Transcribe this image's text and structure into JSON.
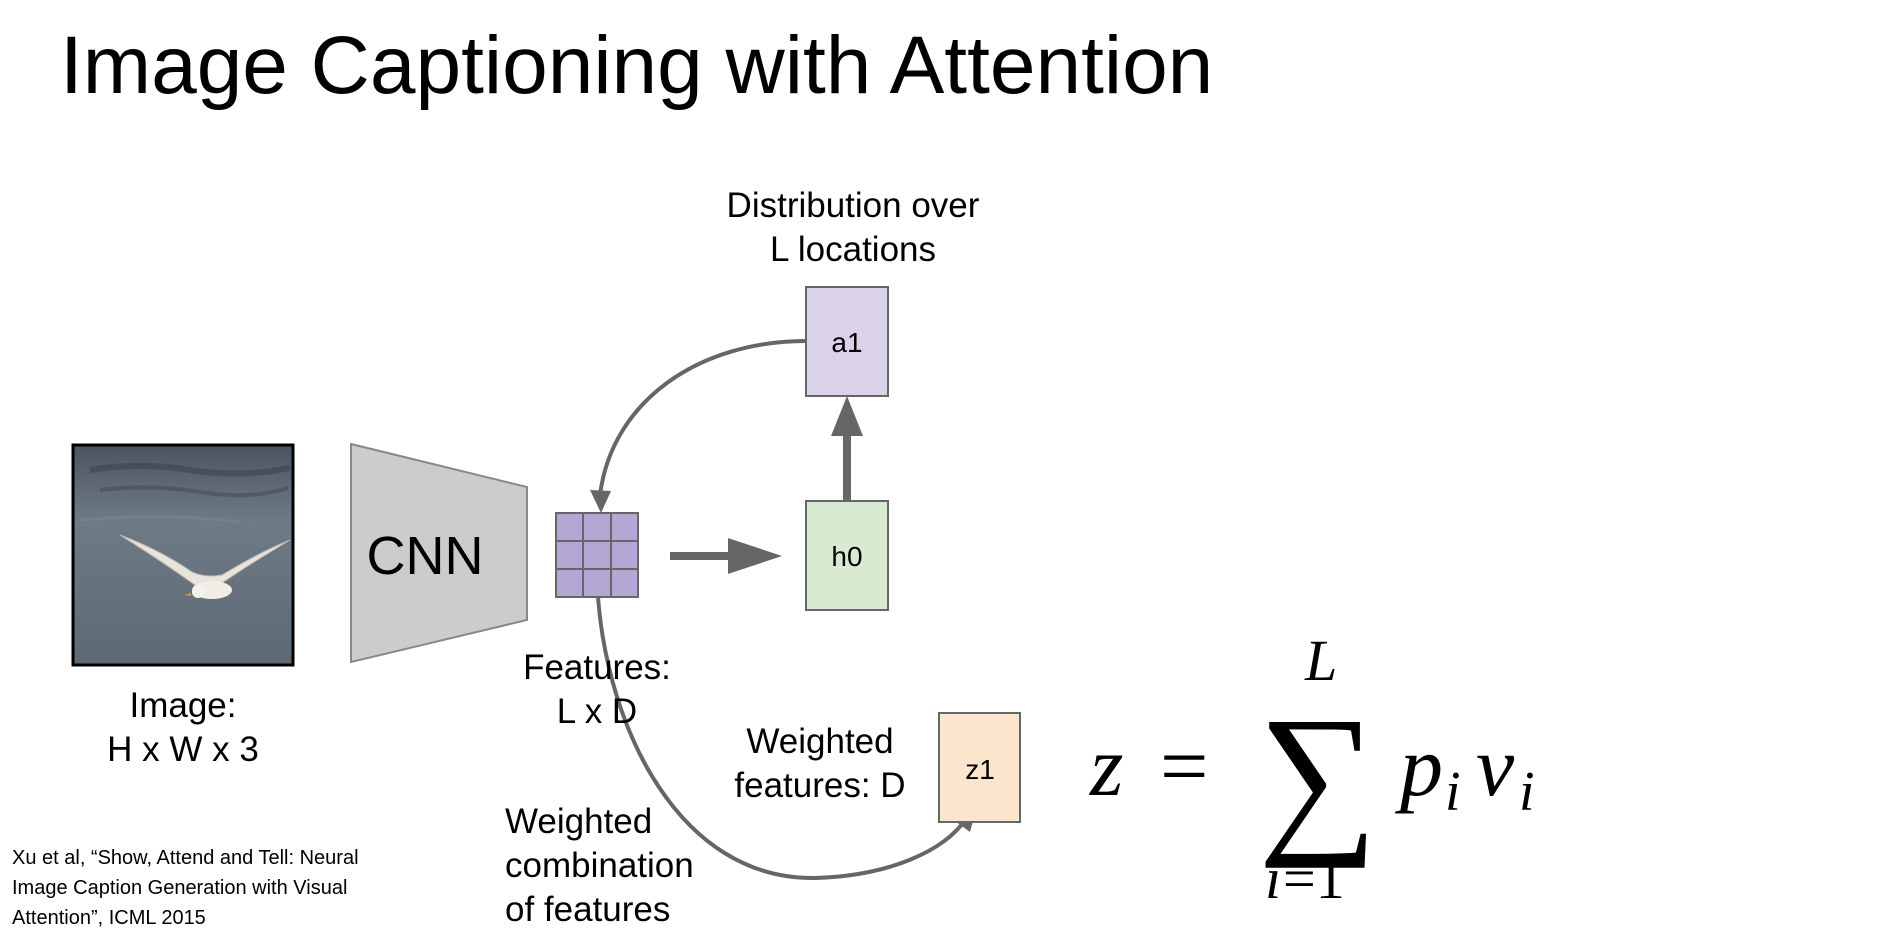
{
  "slide": {
    "title": "Image Captioning with Attention",
    "citation": "Xu et al, “Show, Attend and Tell: Neural Image Caption Generation with Visual Attention”, ICML 2015"
  },
  "diagram": {
    "image_label_line1": "Image:",
    "image_label_line2": "H x W x 3",
    "cnn_label": "CNN",
    "features_label_line1": "Features:",
    "features_label_line2": "L x D",
    "distribution_label_line1": "Distribution over",
    "distribution_label_line2": "L locations",
    "a1_label": "a1",
    "h0_label": "h0",
    "z1_label": "z1",
    "weighted_features_line1": "Weighted",
    "weighted_features_line2": "features: D",
    "weighted_combination_line1": "Weighted",
    "weighted_combination_line2": "combination",
    "weighted_combination_line3": "of features"
  },
  "formula": {
    "lhs": "z",
    "equals": "=",
    "sum_upper": "L",
    "sum_symbol": "∑",
    "sum_lower_var": "i",
    "sum_lower_eq": "=1",
    "term_p": "p",
    "term_p_sub": "i",
    "term_v": "v",
    "term_v_sub": "i"
  },
  "colors": {
    "features_grid": "#b4a7d6",
    "a1_box": "#d9d2e9",
    "h0_box": "#d9ead3",
    "z1_box": "#fce5cd",
    "cnn_fill": "#cccccc",
    "arrow": "#666666"
  }
}
